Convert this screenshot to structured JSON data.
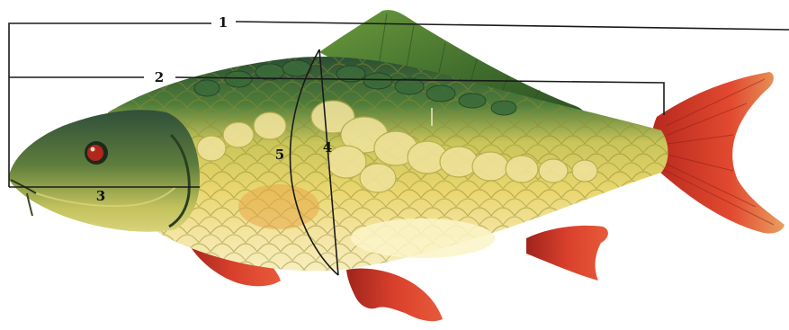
{
  "labels": {
    "l1": "1",
    "l2": "2",
    "l3": "3",
    "l4": "4",
    "l5": "5"
  },
  "colors": {
    "back": "#2f5a35",
    "back_mid": "#5d8a3a",
    "flank": "#d8d060",
    "belly": "#f2e088",
    "belly_light": "#fbf4c8",
    "scale_stroke": "#a8a040",
    "fin_red": "#d83a2a",
    "fin_red_dark": "#9c1e18",
    "dorsal_green": "#4a7a2e",
    "head": "#5b7a3a",
    "eye": "#b0281c",
    "line": "#1a1a1a"
  }
}
